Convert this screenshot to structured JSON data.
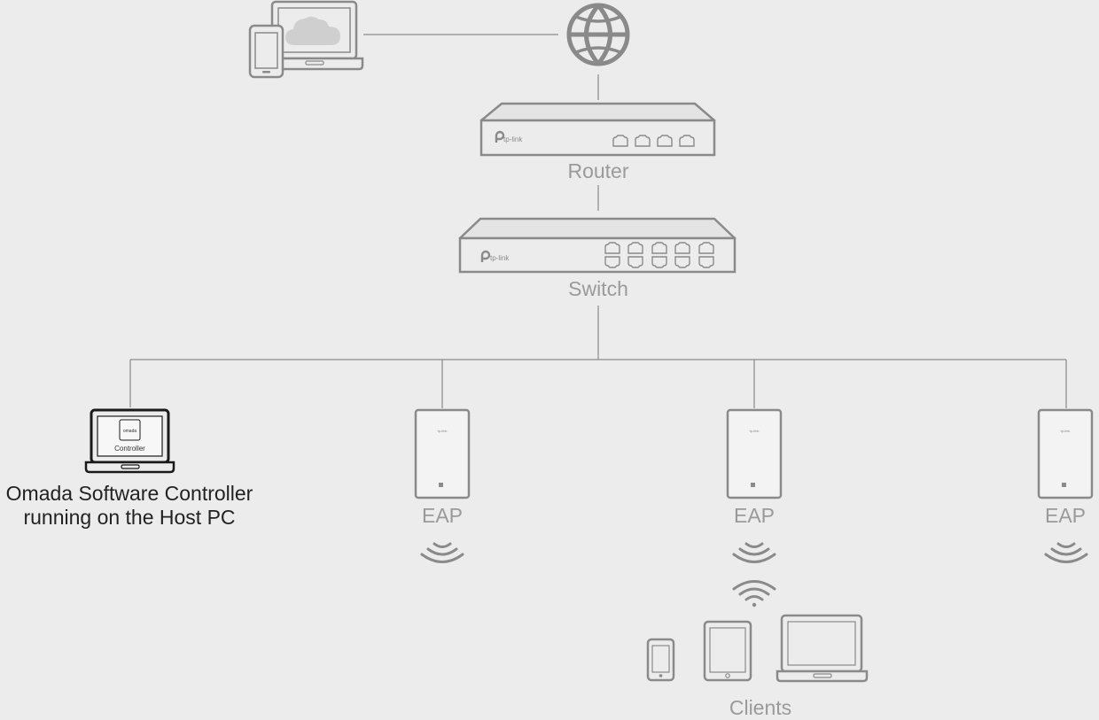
{
  "labels": {
    "router": "Router",
    "switch": "Switch",
    "eap_left": "EAP",
    "eap_center": "EAP",
    "eap_right": "EAP",
    "clients": "Clients",
    "controller_line1": "Omada Software Controller",
    "controller_line2": "running on the Host PC"
  },
  "device_text": {
    "router_brand": "tp-link",
    "switch_brand": "tp-link",
    "eap_brand": "tp-link",
    "screen_logo": "omada",
    "screen_caption": "Controller"
  },
  "colors": {
    "background": "#ececec",
    "device_stroke": "#8a8a8a",
    "controller_stroke": "#1a1a1a",
    "label_grey": "#9a9a9a",
    "label_dark": "#222222"
  }
}
